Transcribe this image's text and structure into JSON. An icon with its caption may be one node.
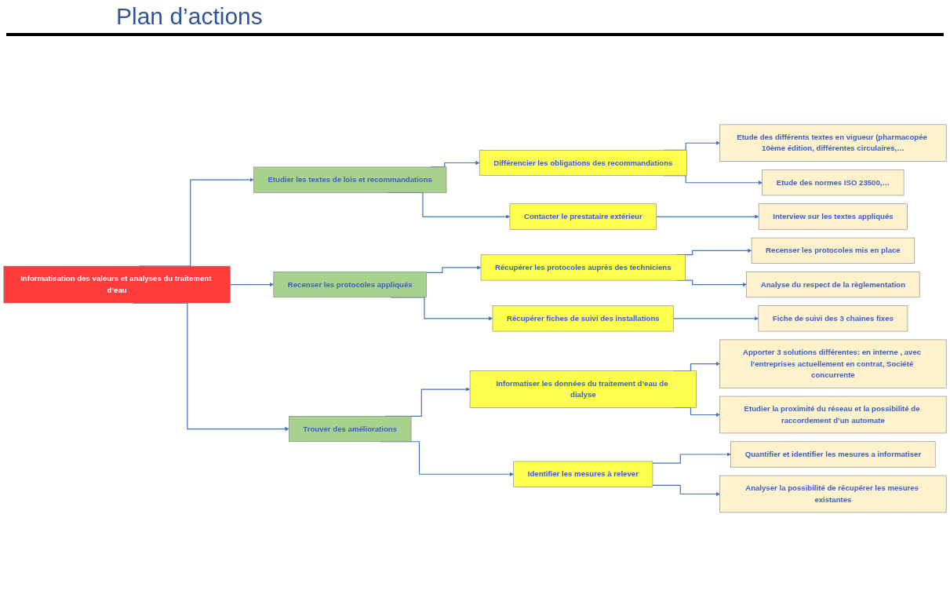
{
  "diagram": {
    "title": "Plan d’actions",
    "nodes": [
      {
        "text": [
          "Informatisation des valeurs et analyses du traitement d’eau"
        ]
      },
      {
        "text": [
          "Etudier les textes de lois et recommandations"
        ]
      },
      {
        "text": [
          "Recenser les protocoles appliqués"
        ]
      },
      {
        "text": [
          "Trouver des améliorations"
        ]
      },
      {
        "text": [
          "Différencier les obligations des recommandations"
        ]
      },
      {
        "text": [
          "Contacter le prestataire extérieur"
        ]
      },
      {
        "text": [
          "Récupérer les protocoles auprès des techniciens"
        ]
      },
      {
        "text": [
          "Récupérer fiches de suivi des installations"
        ]
      },
      {
        "text": [
          "Informatiser les données du traitement d’eau de dialyse"
        ]
      },
      {
        "text": [
          "Identifier les mesures à relever"
        ]
      },
      {
        "text": [
          "Etude des différents textes en vigueur (pharmacopée 10ème édition, différentes circulaires,…"
        ]
      },
      {
        "text": [
          "Etude des normes ISO 23500,…"
        ]
      },
      {
        "text": [
          "Interview sur les textes appliqués"
        ]
      },
      {
        "text": [
          "Recenser les protocoles mis en place"
        ]
      },
      {
        "text": [
          "Analyse du respect de la règlementation"
        ]
      },
      {
        "text": [
          "Fiche de suivi des 3 chaines fixes"
        ]
      },
      {
        "text": [
          "Apporter 3 solutions différentes: en interne , avec l’entreprises actuellement en contrat, Société concurrente"
        ]
      },
      {
        "text": [
          "Etudier la proximité du réseau et la possibilité de raccordement d’un automate"
        ]
      },
      {
        "text": [
          "Quantifier et identifier les mesures a informatiser"
        ]
      },
      {
        "text": [
          "Analyser la possibilité de récupérer les mesures existantes"
        ]
      }
    ],
    "edges": [
      {
        "from": 0,
        "to": 1,
        "arrow": "to"
      },
      {
        "from": 0,
        "to": 2,
        "arrow": "to"
      },
      {
        "from": 0,
        "to": 3,
        "arrow": "to"
      },
      {
        "from": 1,
        "to": 4,
        "arrow": "to"
      },
      {
        "from": 1,
        "to": 5,
        "arrow": "to"
      },
      {
        "from": 2,
        "to": 6,
        "arrow": "to"
      },
      {
        "from": 2,
        "to": 7,
        "arrow": "to"
      },
      {
        "from": 3,
        "to": 8,
        "arrow": "to"
      },
      {
        "from": 3,
        "to": 9,
        "arrow": "to"
      },
      {
        "from": 4,
        "to": 10,
        "arrow": "to"
      },
      {
        "from": 4,
        "to": 11,
        "arrow": "to"
      },
      {
        "from": 5,
        "to": 12,
        "arrow": "to"
      },
      {
        "from": 6,
        "to": 13,
        "arrow": "to"
      },
      {
        "from": 6,
        "to": 14,
        "arrow": "to"
      },
      {
        "from": 7,
        "to": 15,
        "arrow": "to"
      },
      {
        "from": 8,
        "to": 16,
        "arrow": "to"
      },
      {
        "from": 8,
        "to": 17,
        "arrow": "to"
      },
      {
        "from": 9,
        "to": 18,
        "arrow": "to"
      },
      {
        "from": 9,
        "to": 19,
        "arrow": "to"
      }
    ]
  }
}
